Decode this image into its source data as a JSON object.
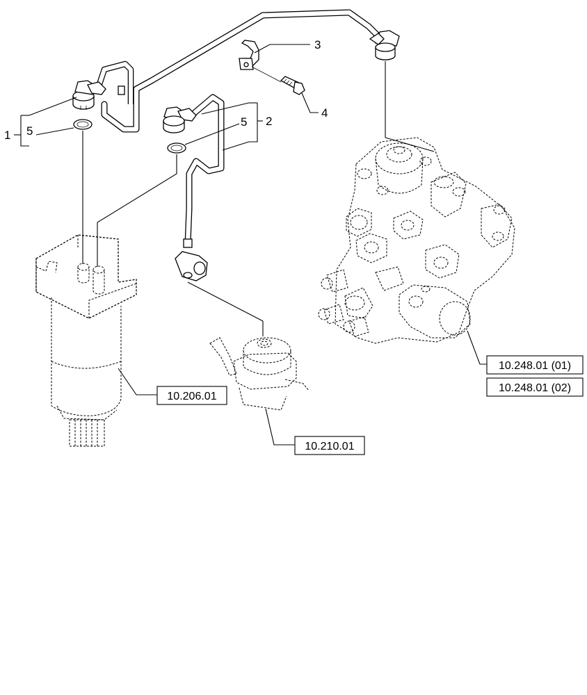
{
  "callouts": {
    "c1": "1",
    "c2": "2",
    "c3": "3",
    "c4": "4",
    "c5a": "5",
    "c5b": "5"
  },
  "references": {
    "filter": "10.206.01",
    "lift_pump": "10.210.01",
    "injection_pump_a": "10.248.01 (01)",
    "injection_pump_b": "10.248.01 (02)"
  }
}
